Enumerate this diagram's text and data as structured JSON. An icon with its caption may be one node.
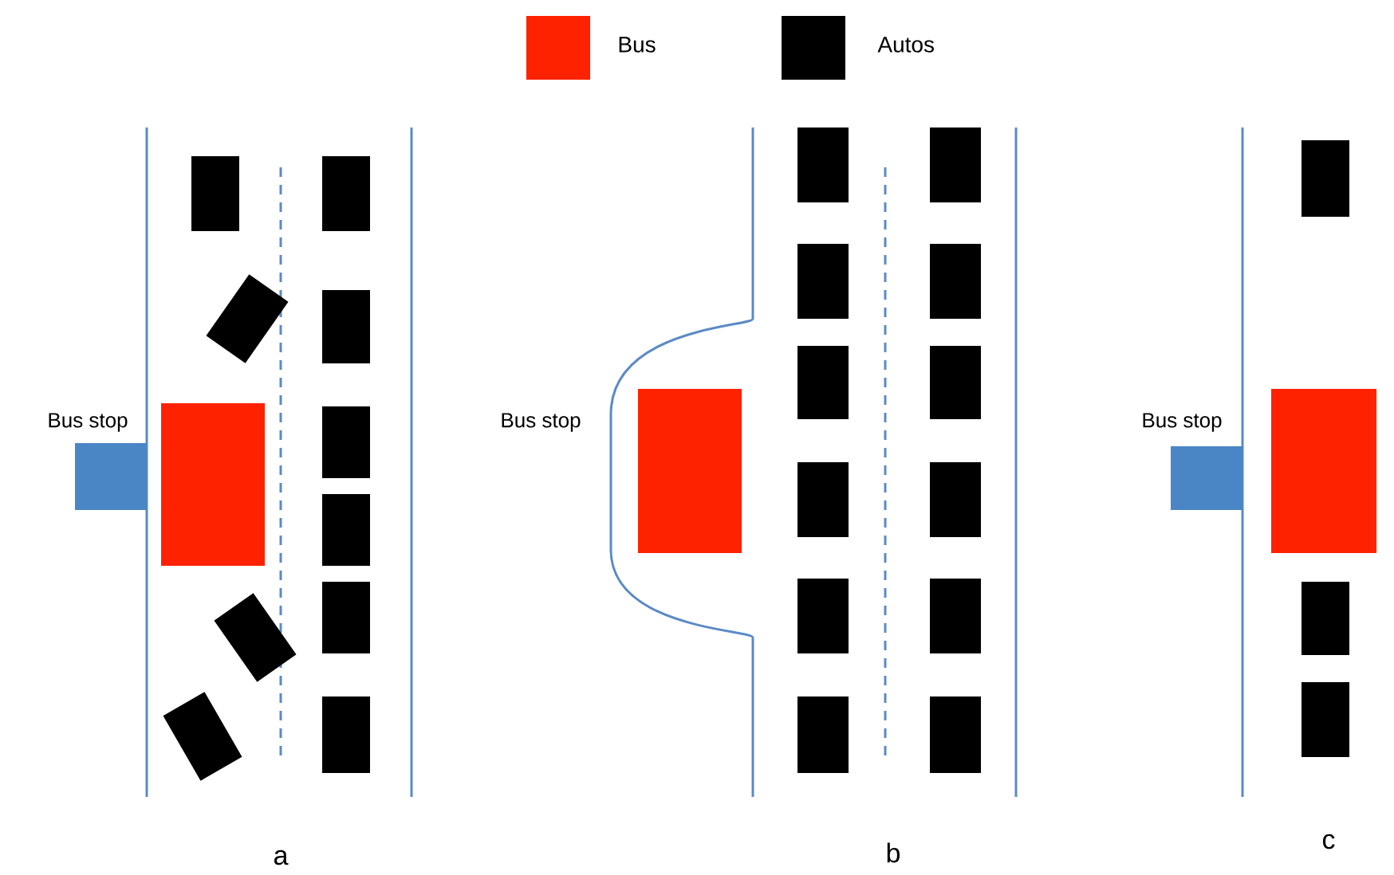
{
  "diagram": {
    "labels": [
      "Bus stop",
      "Bus stop",
      "Bus stop",
      "a",
      "b",
      "c"
    ],
    "legend": [
      {
        "text": "Bus",
        "color": "#ff2200"
      },
      {
        "text": "Autos",
        "color": "#000000"
      }
    ]
  }
}
